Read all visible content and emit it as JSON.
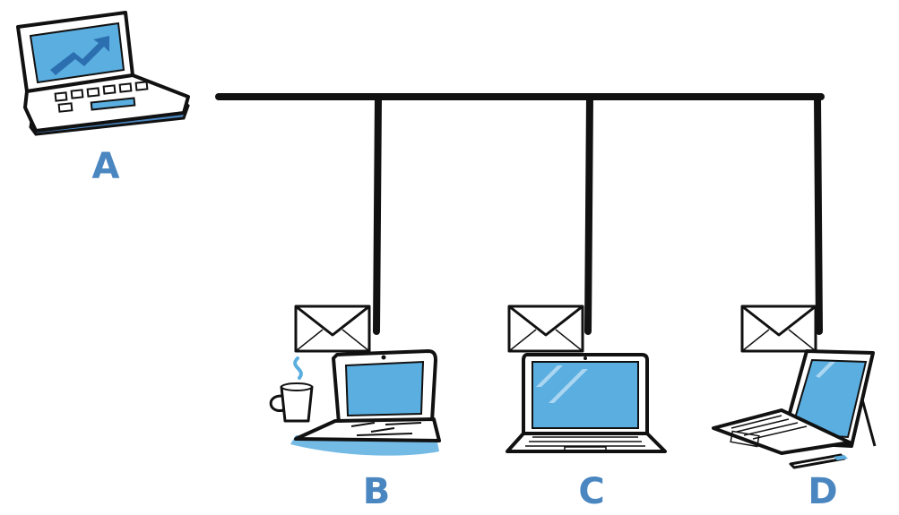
{
  "diagram": {
    "type": "network-bus",
    "nodes": [
      {
        "id": "A",
        "label": "A",
        "device": "laptop-with-chart-icon"
      },
      {
        "id": "B",
        "label": "B",
        "device": "laptop-with-coffee-cup-icon"
      },
      {
        "id": "C",
        "label": "C",
        "device": "laptop-icon"
      },
      {
        "id": "D",
        "label": "D",
        "device": "tablet-with-keyboard-icon"
      }
    ],
    "messages": [
      {
        "to": "B",
        "icon": "envelope-icon"
      },
      {
        "to": "C",
        "icon": "envelope-icon"
      },
      {
        "to": "D",
        "icon": "envelope-icon"
      }
    ]
  },
  "colors": {
    "accent": "#4a86c0",
    "screen": "#5aaee0",
    "line": "#111111"
  }
}
